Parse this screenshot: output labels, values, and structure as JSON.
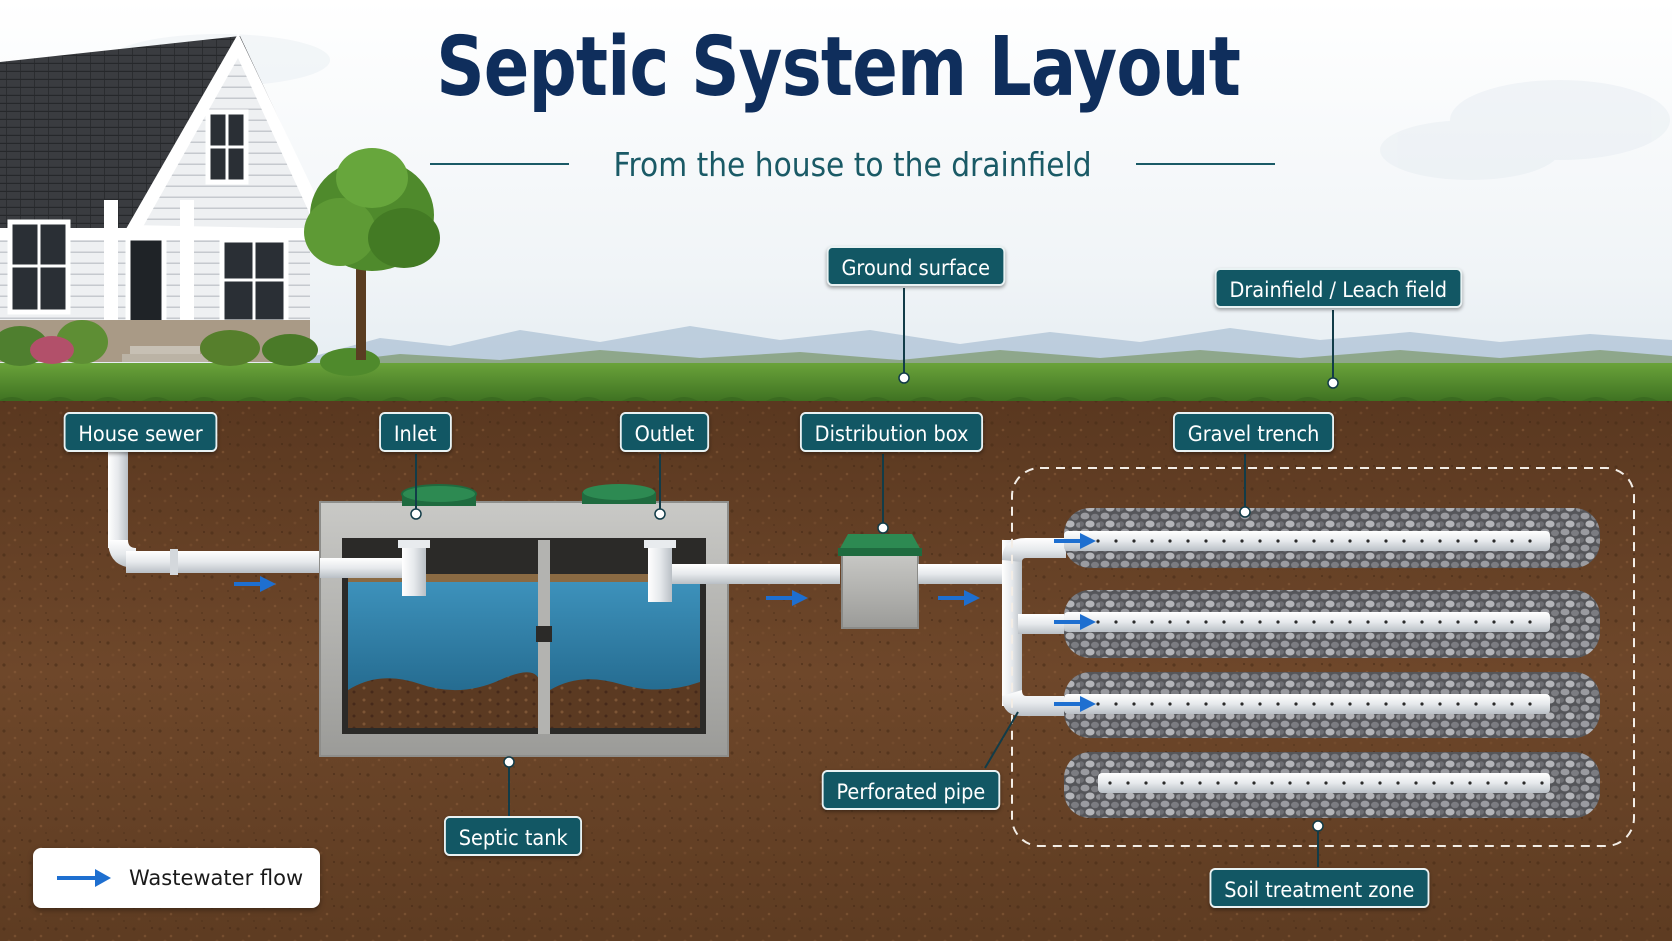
{
  "title": "Septic System Layout",
  "subtitle": "From the house to the drainfield",
  "labels": {
    "ground_surface": "Ground surface",
    "drainfield": "Drainfield / Leach field",
    "house_sewer": "House sewer",
    "inlet": "Inlet",
    "outlet": "Outlet",
    "distribution_box": "Distribution box",
    "gravel_trench": "Gravel trench",
    "perforated_pipe": "Perforated pipe",
    "septic_tank": "Septic tank",
    "soil_treatment_zone": "Soil treatment zone"
  },
  "legend": {
    "flow": "Wastewater flow"
  },
  "colors": {
    "title": "#0f2e5c",
    "label_bg": "#125764",
    "soil": "#6b4528",
    "grass": "#4f8a2c",
    "water": "#2f7fa8",
    "flow_arrow": "#1e6fd0",
    "tank_lid": "#1f6b3f"
  },
  "icons": [
    "house-icon",
    "tree-icon",
    "flow-arrow-icon"
  ]
}
